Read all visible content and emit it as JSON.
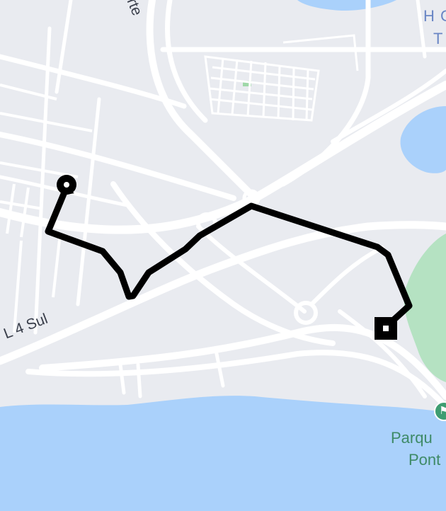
{
  "map": {
    "labels": {
      "road_south": "L 4 Sul",
      "road_north": "rte",
      "district_line1": "H C",
      "district_line2": "T",
      "park_line1": "Parqu",
      "park_line2": "Pont"
    },
    "icons": {
      "start": "start-marker-icon",
      "end": "end-marker-icon",
      "park": "park-pin-icon",
      "park_glyph": "⚑"
    },
    "colors": {
      "land": "#e9ebf0",
      "road": "#ffffff",
      "water": "#aad1fb",
      "park": "#b5e2c2",
      "route": "#000000",
      "poi_text": "#3e8a67",
      "district_text": "#6a86c5"
    }
  }
}
